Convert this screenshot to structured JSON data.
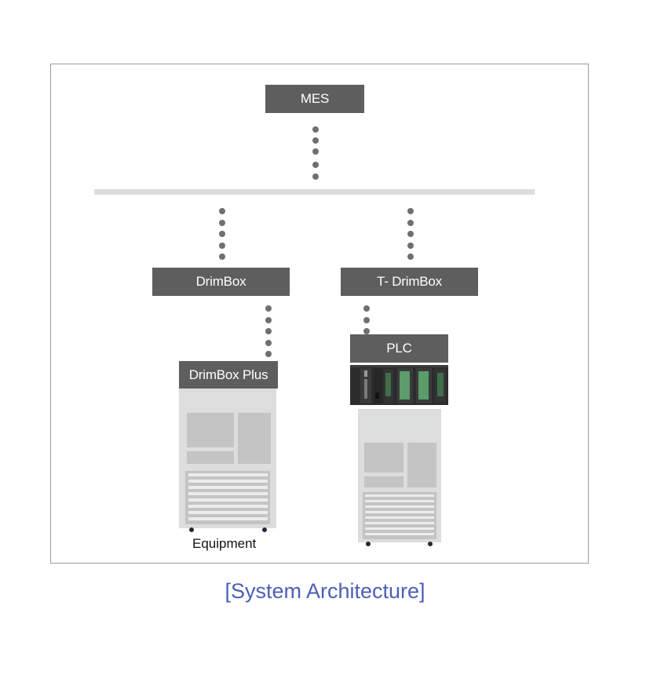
{
  "diagram": {
    "nodes": {
      "mes": "MES",
      "drimbox": "DrimBox",
      "t_drimbox": "T- DrimBox",
      "plc": "PLC",
      "drimbox_plus": "DrimBox Plus"
    },
    "equipment_label": "Equipment",
    "caption": "[System Architecture]"
  },
  "colors": {
    "node_fill": "#5e5e5e",
    "node_text": "#ffffff",
    "connector_dots": "#6f6f6f",
    "bus": "#dcdcdc",
    "caption": "#4b5fb7"
  }
}
